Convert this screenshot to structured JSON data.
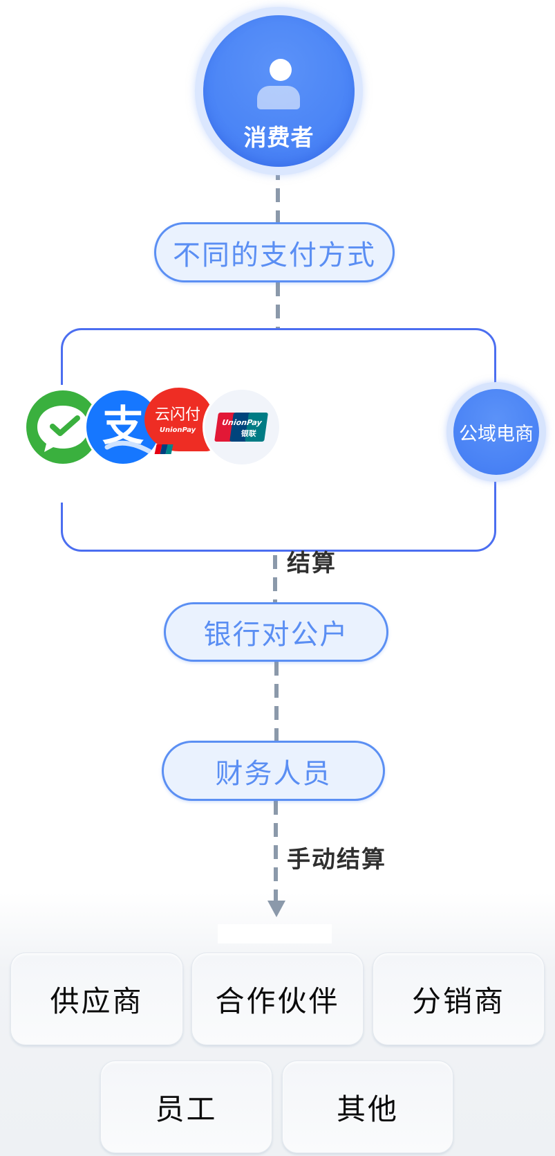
{
  "consumer": {
    "label": "消费者",
    "icon": "user-icon"
  },
  "step_payment_methods": {
    "label": "不同的支付方式"
  },
  "payment_channels": [
    {
      "name": "WeChat Pay",
      "icon": "wechat-pay-icon"
    },
    {
      "name": "Alipay",
      "icon": "alipay-icon",
      "glyph": "支"
    },
    {
      "name": "Cloud QuickPass",
      "icon": "cloud-quickpass-icon",
      "glyph": "云闪付",
      "sub": "UnionPay"
    },
    {
      "name": "UnionPay",
      "icon": "unionpay-icon",
      "text": "UnionPay",
      "sub": "银联"
    }
  ],
  "public_ecommerce": {
    "label": "公域电商"
  },
  "edge_settlement": {
    "label": "结算"
  },
  "step_bank_account": {
    "label": "银行对公户"
  },
  "step_finance_staff": {
    "label": "财务人员"
  },
  "edge_manual_settlement": {
    "label": "手动结算"
  },
  "recipients": [
    {
      "label": "供应商"
    },
    {
      "label": "合作伙伴"
    },
    {
      "label": "分销商"
    },
    {
      "label": "员工"
    },
    {
      "label": "其他"
    }
  ],
  "colors": {
    "primary_blue": "#4b85f6",
    "pill_border": "#5b8ff3",
    "pill_fill": "#eaf2fe",
    "box_border": "#4b6ef0",
    "connector_gray": "#8b99aa"
  }
}
